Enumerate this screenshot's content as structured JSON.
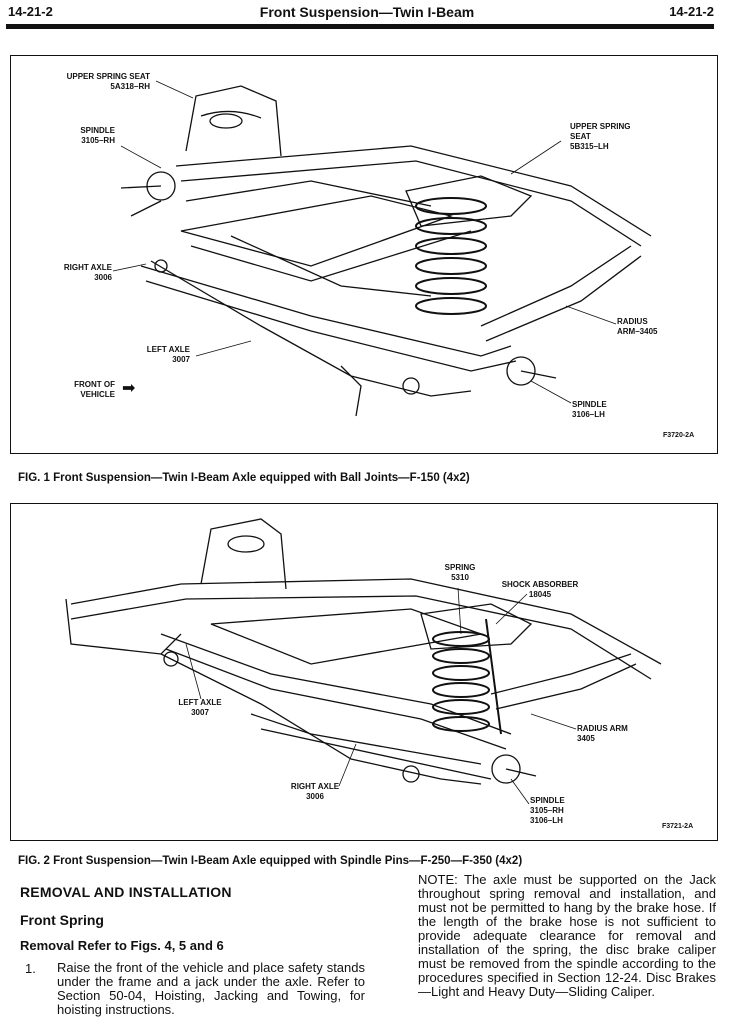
{
  "header": {
    "page_left": "14-21-2",
    "title": "Front Suspension—Twin I-Beam",
    "page_right": "14-21-2"
  },
  "figure1": {
    "callouts": {
      "upper_spring_seat_rh": "UPPER SPRING SEAT\n5A318–RH",
      "spindle_rh": "SPINDLE\n3105–RH",
      "right_axle": "RIGHT AXLE\n3006",
      "left_axle": "LEFT AXLE\n3007",
      "front_of_vehicle": "FRONT OF\nVEHICLE",
      "upper_spring_seat_lh": "UPPER SPRING\nSEAT\n5B315–LH",
      "radius_arm": "RADIUS\nARM–3405",
      "spindle_lh": "SPINDLE\n3106–LH"
    },
    "code": "F3720-2A",
    "caption": "FIG. 1  Front Suspension—Twin I-Beam Axle equipped with Ball Joints—F-150 (4x2)"
  },
  "figure2": {
    "callouts": {
      "spring": "SPRING\n5310",
      "shock_absorber": "SHOCK ABSORBER\n18045",
      "left_axle": "LEFT AXLE\n3007",
      "radius_arm": "RADIUS ARM\n3405",
      "right_axle": "RIGHT AXLE\n3006",
      "spindle": "SPINDLE\n3105–RH\n3106–LH"
    },
    "code": "F3721-2A",
    "caption": "FIG. 2  Front Suspension—Twin I-Beam Axle equipped with Spindle Pins—F-250—F-350 (4x2)"
  },
  "section": {
    "heading": "REMOVAL AND INSTALLATION",
    "subheading": "Front Spring",
    "removal_heading": "Removal Refer to Figs. 4, 5 and 6",
    "step_number": "1.",
    "step_text": "Raise the front of the vehicle and place safety stands under the frame and a jack under the axle. Refer to Section 50-04, Hoisting, Jacking and Towing, for hoisting instructions.",
    "note": "NOTE: The axle must be supported on the Jack throughout spring removal and installation, and must not be permitted to hang by the brake hose. If the length of the brake hose is not sufficient to provide adequate clearance for removal and installation of the spring, the disc brake caliper must be removed from the spindle according to the procedures specified in Section 12-24. Disc Brakes—Light and Heavy Duty—Sliding Caliper."
  }
}
